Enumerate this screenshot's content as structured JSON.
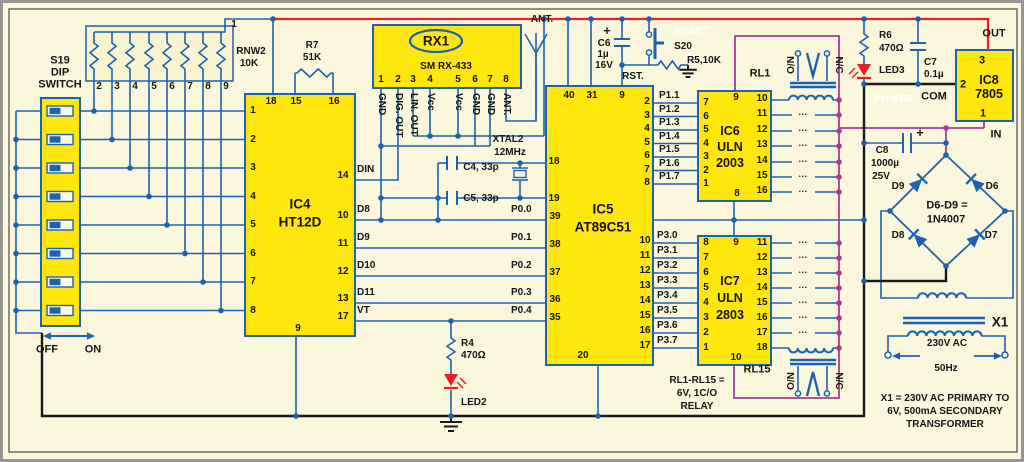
{
  "colors": {
    "wire_blue": "#1d62b0",
    "rail_red": "#eb2227",
    "relay_magenta": "#a93a93",
    "component_yellow": "#ffe60d",
    "panel_cream": "#f8f4cf",
    "background": "#fbf7dc",
    "led_red": "#ee1c25",
    "black": "#191919",
    "badge_blue": "#1d62b0"
  },
  "dip": {
    "title": [
      "S19",
      "DIP",
      "SWITCH"
    ],
    "off": "OFF",
    "on": "ON"
  },
  "rnw": {
    "name": "RNW2",
    "value": "10K",
    "pin_top": "1",
    "pins": [
      "2",
      "3",
      "4",
      "5",
      "6",
      "7",
      "8",
      "9"
    ]
  },
  "r7": {
    "name": "R7",
    "value": "51K"
  },
  "ic4": {
    "name": "IC4",
    "part": "HT12D",
    "left_pins": [
      "1",
      "2",
      "3",
      "4",
      "5",
      "6",
      "7",
      "8"
    ],
    "top_pins": [
      "18",
      "15",
      "16"
    ],
    "bottom_pin": "9",
    "right_pins": [
      {
        "num": "14",
        "label": "DIN"
      },
      {
        "num": "10",
        "label": "D8"
      },
      {
        "num": "11",
        "label": "D9"
      },
      {
        "num": "12",
        "label": "D10"
      },
      {
        "num": "13",
        "label": "D11"
      },
      {
        "num": "17",
        "label": "VT"
      }
    ]
  },
  "rx1": {
    "title": "RX1",
    "part": "SM RX-433",
    "pins": [
      {
        "num": "1",
        "label": "GND"
      },
      {
        "num": "2",
        "label": "DIG. OUT"
      },
      {
        "num": "3",
        "label": "LIN. OUT"
      },
      {
        "num": "4",
        "label": "Vcc"
      },
      {
        "num": "5",
        "label": "Vcc"
      },
      {
        "num": "6",
        "label": "GND"
      },
      {
        "num": "7",
        "label": "GND"
      },
      {
        "num": "8",
        "label": "ANT."
      }
    ]
  },
  "ant": "ANT.",
  "xtal": {
    "name": "XTAL2",
    "value": "12MHz"
  },
  "c4": "C4, 33p",
  "c5": "C5, 33p",
  "ic5": {
    "name": "IC5",
    "part": "AT89C51",
    "top_pins": [
      "40",
      "31",
      "9"
    ],
    "bottom_pin": "20",
    "left_pins": [
      {
        "num": "18",
        "label": ""
      },
      {
        "num": "19",
        "label": ""
      },
      {
        "num": "39",
        "label": "P0.0"
      },
      {
        "num": "38",
        "label": "P0.1"
      },
      {
        "num": "37",
        "label": "P0.2"
      },
      {
        "num": "36",
        "label": "P0.3"
      },
      {
        "num": "35",
        "label": "P0.4"
      }
    ],
    "right_upper": [
      {
        "num": "2",
        "label": "P1.1"
      },
      {
        "num": "3",
        "label": "P1.2"
      },
      {
        "num": "4",
        "label": "P1.3"
      },
      {
        "num": "5",
        "label": "P1.4"
      },
      {
        "num": "6",
        "label": "P1.5"
      },
      {
        "num": "7",
        "label": "P1.6"
      },
      {
        "num": "8",
        "label": "P1.7"
      }
    ],
    "right_lower": [
      {
        "num": "10",
        "label": "P3.0"
      },
      {
        "num": "11",
        "label": "P3.1"
      },
      {
        "num": "12",
        "label": "P3.2"
      },
      {
        "num": "13",
        "label": "P3.3"
      },
      {
        "num": "14",
        "label": "P3.4"
      },
      {
        "num": "15",
        "label": "P3.5"
      },
      {
        "num": "16",
        "label": "P3.6"
      },
      {
        "num": "17",
        "label": "P3.7"
      }
    ]
  },
  "reset": {
    "cap": [
      "C6",
      "1µ",
      "16V"
    ],
    "plus": "+",
    "badge": "RESET",
    "sw": "S20",
    "res": "R5,10K",
    "rst": "RST."
  },
  "ic6": {
    "lines": [
      "IC6",
      "ULN",
      "2003"
    ],
    "left_pins": [
      "7",
      "6",
      "5",
      "4",
      "3",
      "2",
      "1"
    ],
    "top_pin": "9",
    "bottom_pin": "8",
    "right_pins": [
      "10",
      "11",
      "12",
      "13",
      "14",
      "15",
      "16"
    ]
  },
  "ic7": {
    "lines": [
      "IC7",
      "ULN",
      "2803"
    ],
    "left_pins": [
      "8",
      "7",
      "6",
      "5",
      "4",
      "3",
      "2",
      "1"
    ],
    "top_pin": "9",
    "bottom_pin": "10",
    "right_pins": [
      "11",
      "12",
      "13",
      "14",
      "15",
      "16",
      "17",
      "18"
    ]
  },
  "relays": {
    "rl1": "RL1",
    "rl15": "RL15",
    "no": "N/O",
    "nc": "N/C",
    "dots": "···",
    "note": [
      "RL1-RL15 =",
      "6V, 1C/O",
      "RELAY"
    ]
  },
  "r4": {
    "name": "R4",
    "value": "470Ω"
  },
  "led2": "LED2",
  "r6": {
    "name": "R6",
    "value": "470Ω"
  },
  "led3": "LED3",
  "power_badge": "POWER",
  "c7": {
    "name": "C7",
    "value": "0.1µ"
  },
  "ic8": {
    "name": "IC8",
    "part": "7805",
    "pin3": "3",
    "pin2": "2",
    "pin1": "1",
    "out": "OUT",
    "com": "COM",
    "in": "IN"
  },
  "c8": {
    "lines": [
      "C8",
      "1000µ",
      "25V"
    ],
    "plus": "+"
  },
  "bridge": {
    "d9": "D9",
    "d6": "D6",
    "d8": "D8",
    "d7": "D7",
    "note": [
      "D6-D9 =",
      "1N4007"
    ]
  },
  "xfmr": {
    "name": "X1",
    "ac": [
      "230V AC",
      "50Hz"
    ],
    "note": [
      "X1 = 230V AC PRIMARY TO",
      "6V, 500mA SECONDARY",
      "TRANSFORMER"
    ]
  }
}
